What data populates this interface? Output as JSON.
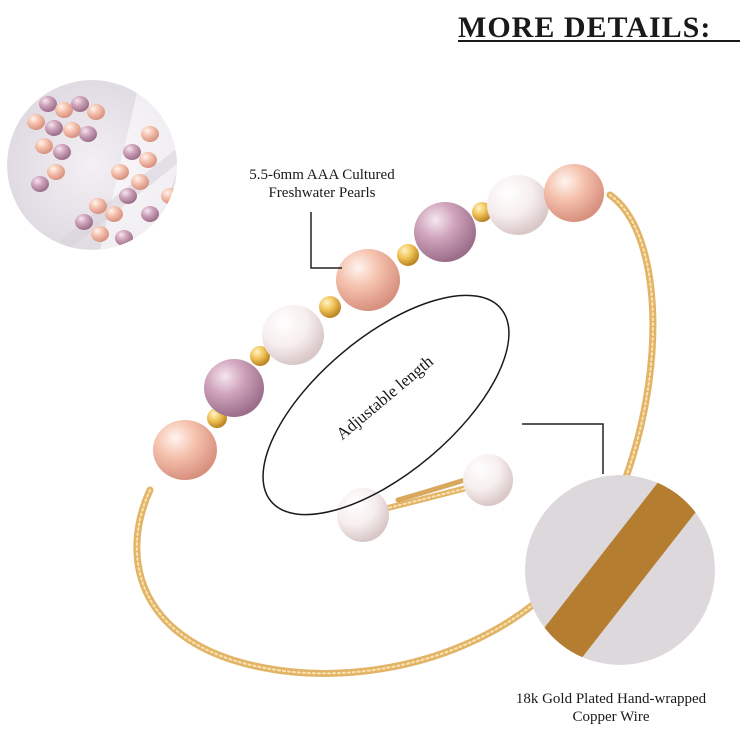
{
  "heading": {
    "title": "MORE DETAILS:"
  },
  "callouts": {
    "pearls_line1": "5.5-6mm AAA Cultured",
    "pearls_line2": "Freshwater Pearls",
    "adjustable": "Adjustable length",
    "wire_line1": "18k Gold Plated Hand-wrapped",
    "wire_line2": "Copper Wire"
  },
  "colors": {
    "background": "#ffffff",
    "gold_wire": "#e2b467",
    "pearl_pink": "#f4b9a4",
    "pearl_lavender": "#c99ab4",
    "pearl_white": "#f8f0ee",
    "bead_gold": "#f0c257",
    "line": "#222222"
  }
}
